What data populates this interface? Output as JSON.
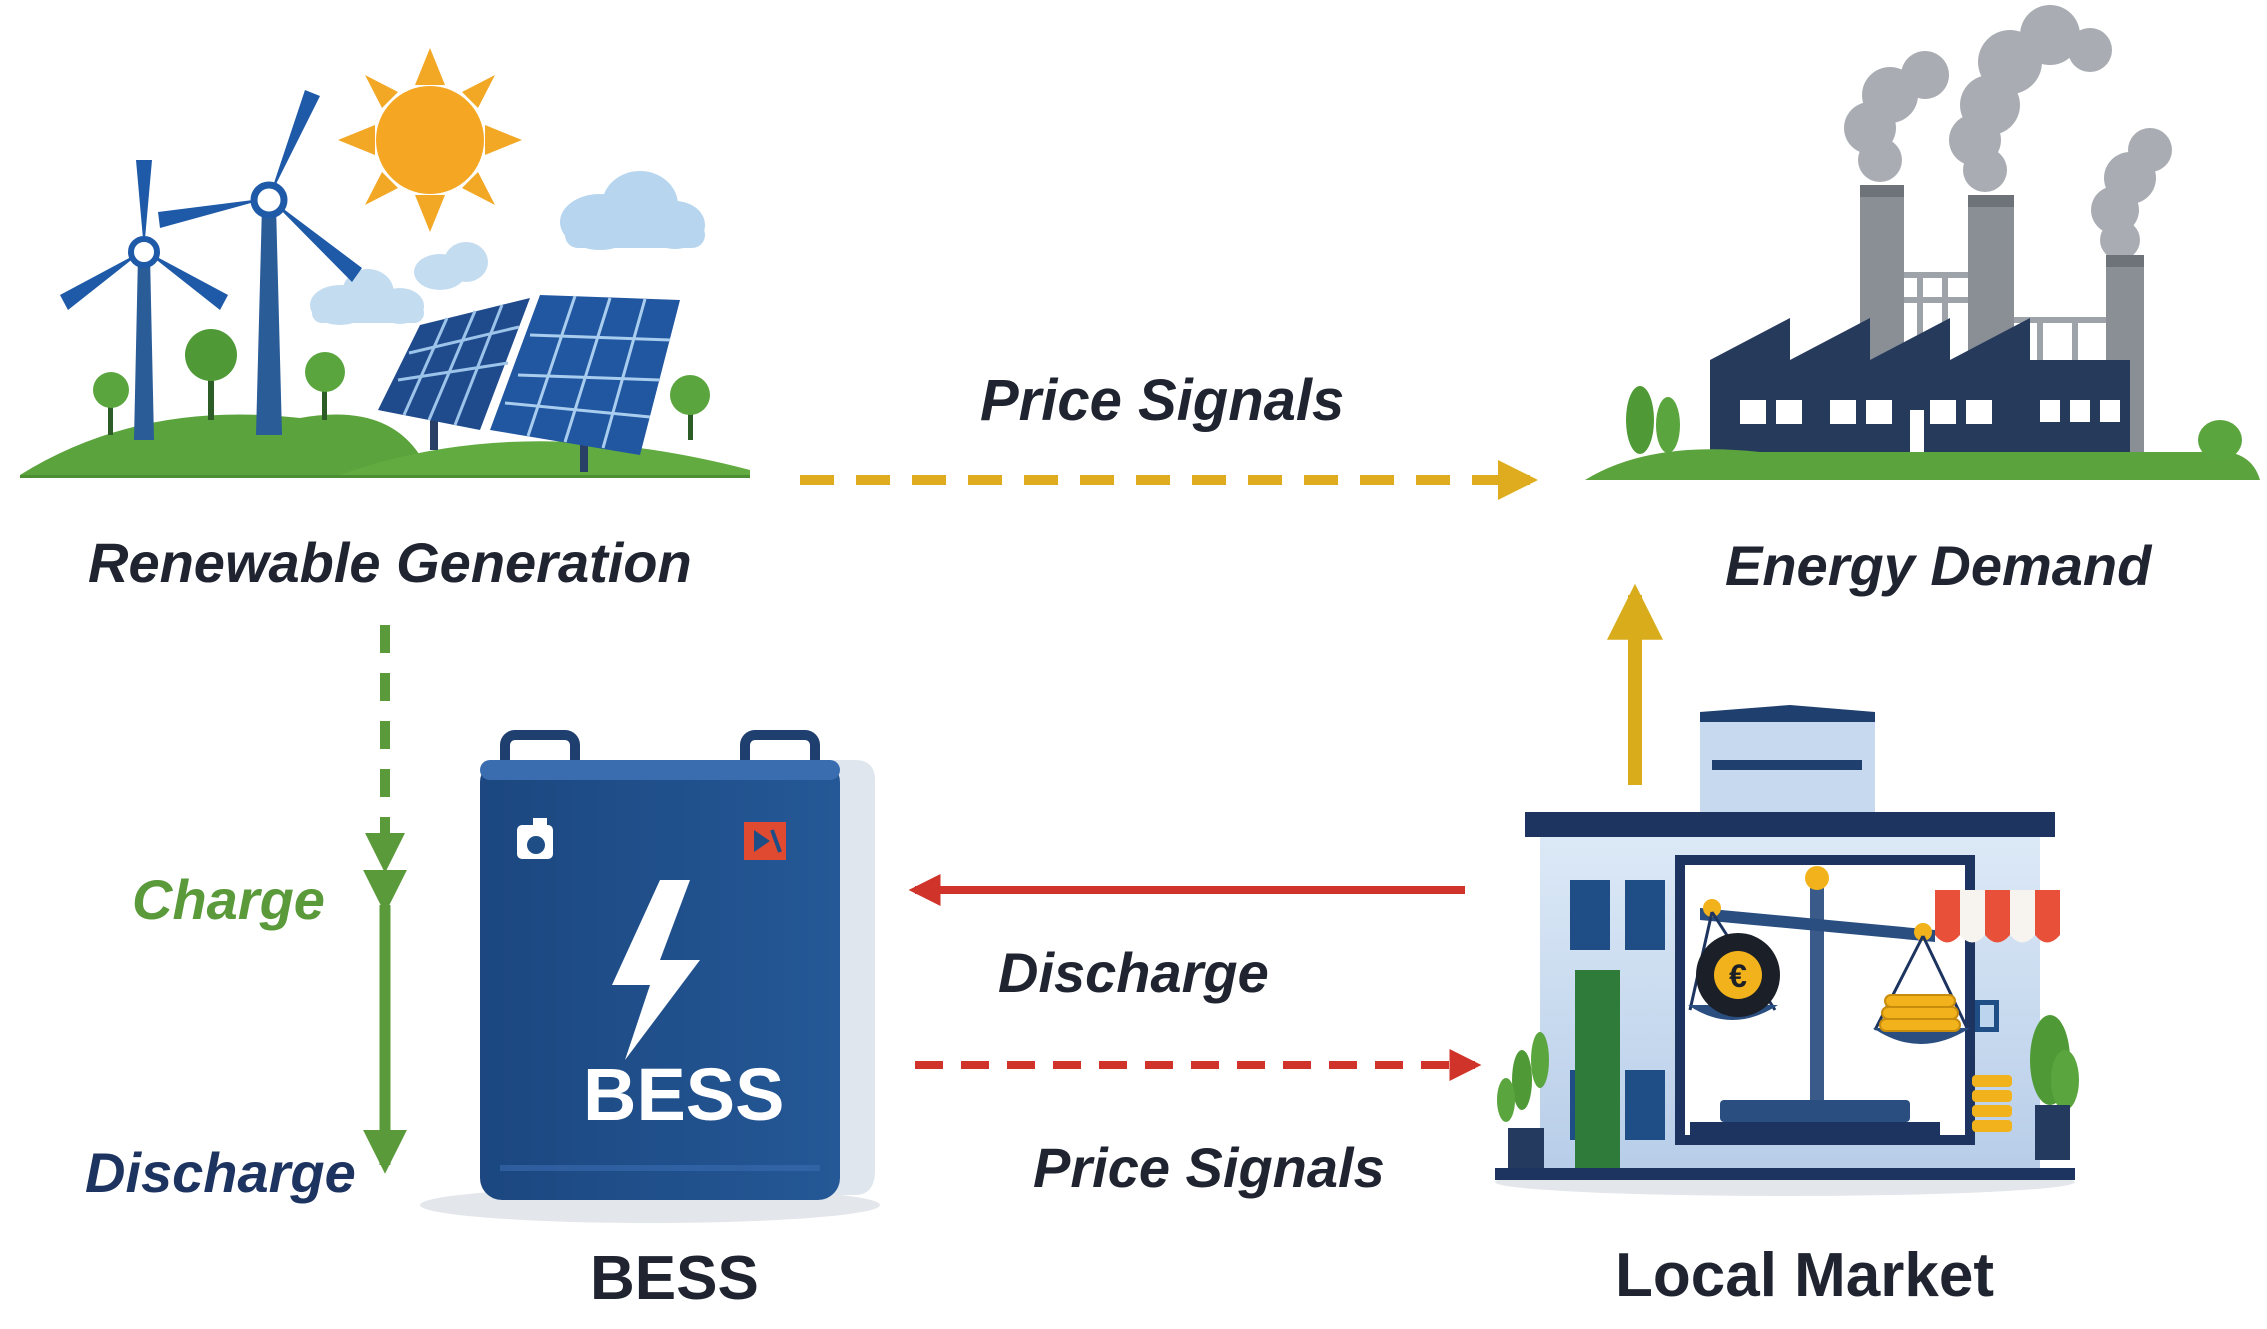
{
  "nodes": {
    "renewable": {
      "label": "Renewable Generation"
    },
    "demand": {
      "label": "Energy Demand"
    },
    "bess": {
      "label": "BESS",
      "battery_text": "BESS"
    },
    "market": {
      "label": "Local Market"
    }
  },
  "edges": {
    "price_signals_top": "Price Signals",
    "charge": "Charge",
    "discharge_left": "Discharge",
    "discharge_middle": "Discharge",
    "price_signals_bottom": "Price Signals"
  },
  "icons": {
    "euro_symbol": "€"
  },
  "colors": {
    "price_signal_top": "#e0ac1f",
    "market_to_demand": "#d8ac1a",
    "charge_green": "#5a9a3a",
    "red_flow": "#d0332a",
    "navy": "#1d3461",
    "battery_blue": "#1f4e86"
  }
}
